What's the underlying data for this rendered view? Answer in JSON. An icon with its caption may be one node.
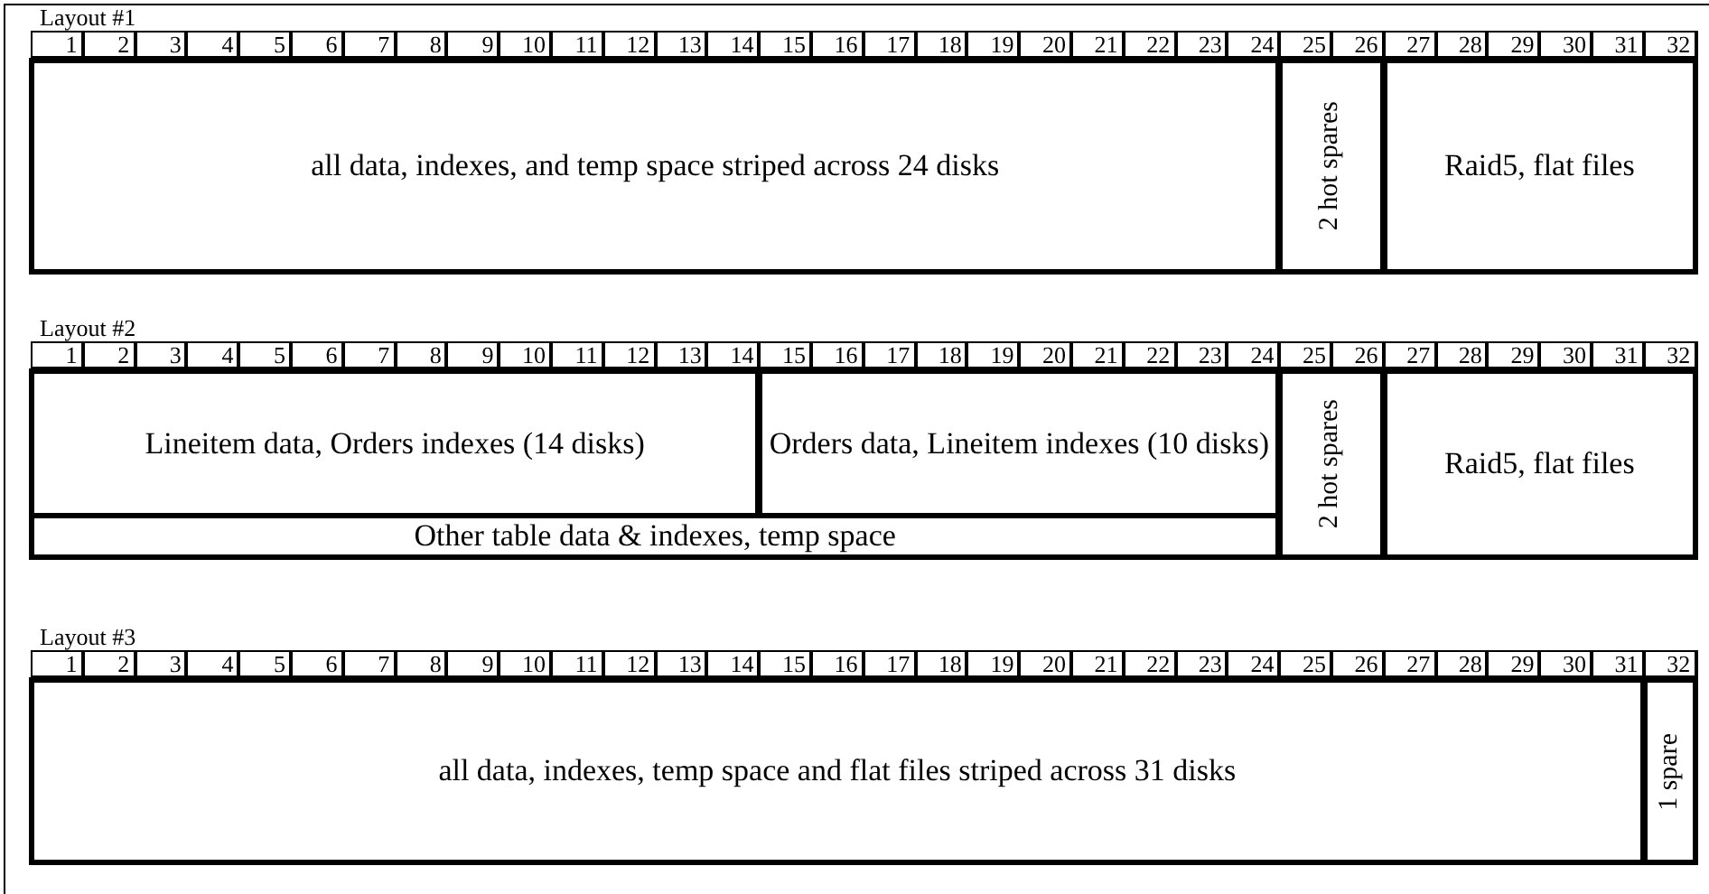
{
  "diagram": {
    "nodes": [
      {
        "text": [
          "all data, indexes, and temp space striped across 24 disks"
        ]
      },
      {
        "text": [
          "2 hot spares"
        ]
      },
      {
        "text": [
          "Raid5, flat files"
        ]
      },
      {
        "text": [
          "Lineitem data, Orders indexes (14 disks)"
        ]
      },
      {
        "text": [
          "Orders data, Lineitem indexes (10 disks)"
        ]
      },
      {
        "text": [
          "2 hot spares"
        ]
      },
      {
        "text": [
          "Raid5, flat files"
        ]
      },
      {
        "text": [
          "Other table data & indexes, temp space"
        ]
      },
      {
        "text": [
          "all data, indexes, temp space and flat files striped across 31 disks"
        ]
      },
      {
        "text": [
          "1 spare"
        ]
      }
    ],
    "labels": [
      "Layout #1",
      "1",
      "2",
      "3",
      "4",
      "5",
      "6",
      "7",
      "8",
      "9",
      "10",
      "11",
      "12",
      "13",
      "14",
      "15",
      "16",
      "17",
      "18",
      "19",
      "20",
      "21",
      "22",
      "23",
      "24",
      "25",
      "26",
      "27",
      "28",
      "29",
      "30",
      "31",
      "32",
      "Layout #2",
      "1",
      "2",
      "3",
      "4",
      "5",
      "6",
      "7",
      "8",
      "9",
      "10",
      "11",
      "12",
      "13",
      "14",
      "15",
      "16",
      "17",
      "18",
      "19",
      "20",
      "21",
      "22",
      "23",
      "24",
      "25",
      "26",
      "27",
      "28",
      "29",
      "30",
      "31",
      "32",
      "Layout #3",
      "1",
      "2",
      "3",
      "4",
      "5",
      "6",
      "7",
      "8",
      "9",
      "10",
      "11",
      "12",
      "13",
      "14",
      "15",
      "16",
      "17",
      "18",
      "19",
      "20",
      "21",
      "22",
      "23",
      "24",
      "25",
      "26",
      "27",
      "28",
      "29",
      "30",
      "31",
      "32"
    ]
  }
}
